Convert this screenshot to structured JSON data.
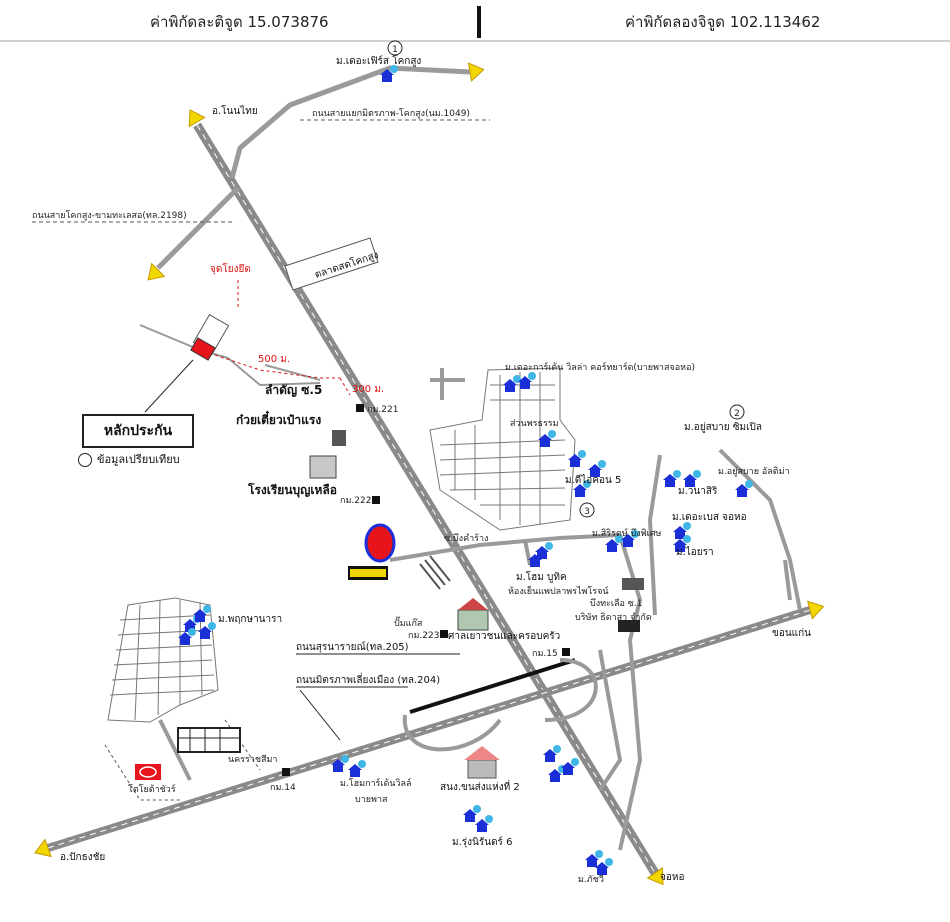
{
  "header": {
    "latitude_label": "ค่าพิกัดละติจูด 15.073876",
    "longitude_label": "ค่าพิกัดลองจิจูด 102.113462"
  },
  "legend": {
    "collateral": "หลักประกัน",
    "compare": "ข้อมูลเปรียบเทียบ"
  },
  "markers": {
    "m1": "1",
    "m2": "2",
    "m3": "3"
  },
  "labels": {
    "the_first_khoksung": "ม.เดอะเฟิร์ส โคกสูง",
    "a_nonthai": "อ.โนนไทย",
    "road_1049": "ถนนสายแยกมิตรภาพ-โคกสูง(นม.1049)",
    "road_2198": "ถนนสายโคกสูง-ขามทะเลสอ(ทล.2198)",
    "market": "ตลาดสดโคกสูง",
    "reference_point": "จุดโยงยึด",
    "dist_500": "500 ม.",
    "dist_300": "300 ม.",
    "samakkhi": "ลำดัญ ซ.5",
    "km221": "กม.221",
    "noodle": "ก๋วยเตี๋ยวเป๋าแรง",
    "school": "โรงเรียนบุญเหลือ",
    "km222": "กม.222",
    "garden_villa": "ม.เดอะการ์เด้น วิลล่า คอร์ทยาร์ด(บายพาสจอหอ)",
    "village_center": "ส่วนพรธรรม",
    "dicondo5": "ม.ดีไอคอน 5",
    "soi_beung": "ซ.บึงคำร้าง",
    "home_boutique": "ม.โฮม บูทิค",
    "cold_storage": "ห้องเย็นแพปลาพรไพโรจน์",
    "siri_village": "ม.สิริรดษ์ บึงพิเศษ",
    "yusabai_simple": "ม.อยู่สบาย ซิมเปิล",
    "yusabai_lux": "ม.อยู่สบาย อัลติม่า",
    "navasiri": "ม.วนาสิริ",
    "the_base_johor": "ม.เดอะเบส จอหอ",
    "ideara": "ม.ไอยรา",
    "bung_ta_lua": "บึงทะเลือ ซ.1",
    "bidatsa": "บริษัท ธิดาสา จำกัด",
    "gas_station": "ปั๊มแก๊ส",
    "km223": "กม.223",
    "family_court": "ศาลเยาวชนและครอบครัว",
    "road_205": "ถนนสุรนารายณ์(ทล.205)",
    "road_204": "ถนนมิตรภาพเลี่ยงเมือง (ทล.204)",
    "km15": "กม.15",
    "khon_kaen": "ขอนแก่น",
    "pruksa": "ม.พฤกษานารา",
    "nakhon_ratchasima": "นครราชสีมา",
    "toyota": "โตโยต้าชัวร์",
    "km14": "กม.14",
    "siam_city": "ม.โฮมการ์เด้นวิลล์",
    "bypass": "บายพาส",
    "police": "สนง.ขนส่งแห่งที่ 2",
    "rungnirun6": "ม.รุ่งนิรันดร์ 6",
    "pakthongchai": "อ.ปักธงชัย",
    "patsawee": "ม.ภัชวี",
    "johor": "จอหอ"
  },
  "colors": {
    "road": "#9a9a9a",
    "arrow": "#f2d600",
    "collateral_mark": "#e8141c",
    "house_icon": "#1a2fd6",
    "tree_icon": "#3fb6e6",
    "distance_line": "#d11"
  }
}
